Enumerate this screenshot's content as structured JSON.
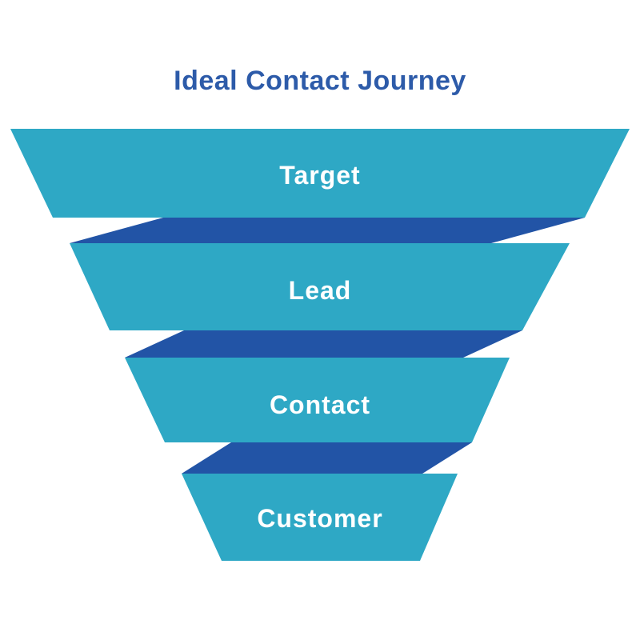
{
  "page": {
    "background_color": "#ffffff"
  },
  "title": {
    "text": "Ideal Contact Journey",
    "color": "#2d5ba9"
  },
  "funnel": {
    "kind": "funnel-diagram",
    "stage_count": 4,
    "stages": [
      {
        "label": "Target"
      },
      {
        "label": "Lead"
      },
      {
        "label": "Contact"
      },
      {
        "label": "Customer"
      }
    ],
    "colors": {
      "segment": "#2ea8c5",
      "fold": "#2254a6",
      "label": "#ffffff"
    }
  }
}
